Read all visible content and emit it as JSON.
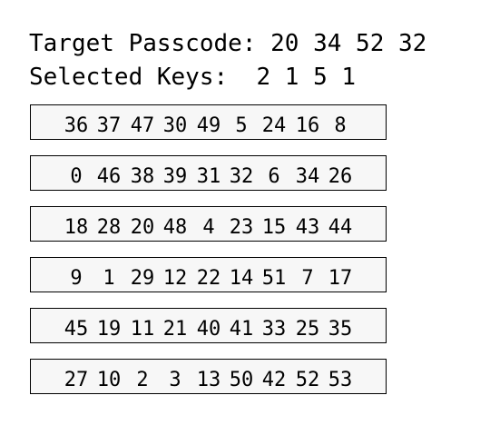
{
  "target": {
    "label": "Target Passcode:",
    "values": [
      20,
      34,
      52,
      32
    ]
  },
  "selected": {
    "label": "Selected Keys:",
    "values": [
      2,
      1,
      5,
      1
    ]
  },
  "keypad": {
    "rows": [
      [
        36,
        37,
        47,
        30,
        49,
        5,
        24,
        16,
        8
      ],
      [
        0,
        46,
        38,
        39,
        31,
        32,
        6,
        34,
        26
      ],
      [
        18,
        28,
        20,
        48,
        4,
        23,
        15,
        43,
        44
      ],
      [
        9,
        1,
        29,
        12,
        22,
        14,
        51,
        7,
        17
      ],
      [
        45,
        19,
        11,
        21,
        40,
        41,
        33,
        25,
        35
      ],
      [
        27,
        10,
        2,
        3,
        13,
        50,
        42,
        52,
        53
      ]
    ]
  }
}
